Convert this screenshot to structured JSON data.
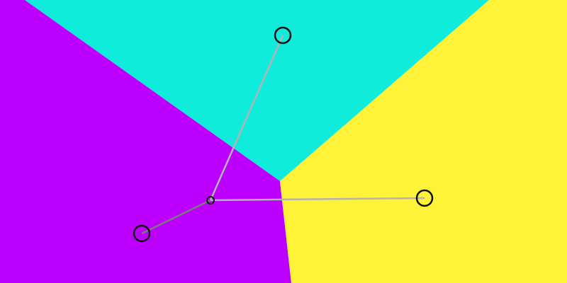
{
  "regions": [
    {
      "name": "top-region",
      "color": "#10ecdc"
    },
    {
      "name": "left-region",
      "color": "#bd00fd"
    },
    {
      "name": "right-region",
      "color": "#fff33a"
    }
  ],
  "handles": [
    {
      "name": "top-handle"
    },
    {
      "name": "left-handle"
    },
    {
      "name": "right-handle"
    },
    {
      "name": "center-handle"
    }
  ],
  "colors": {
    "connector": "#b3b3b3",
    "connector_dark": "#7a7a7a",
    "handle_stroke": "#111111"
  }
}
